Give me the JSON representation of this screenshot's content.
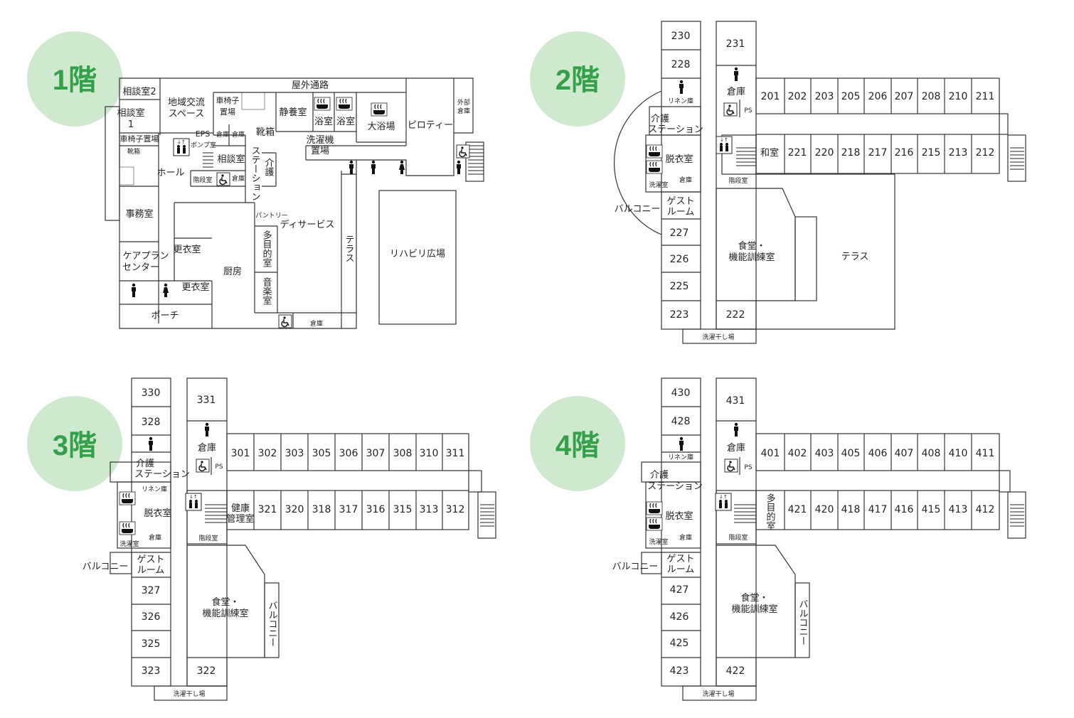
{
  "floors": {
    "f1": {
      "badge": "1階",
      "labels": {
        "soudan2": "相談室2",
        "soudan1a": "相談室",
        "soudan1b": "1",
        "chiiki_a": "地域交流",
        "chiiki_b": "スペース",
        "kurumaisu_oki_a": "車椅子",
        "kurumaisu_oki_b": "置場",
        "okugai": "屋外通路",
        "seiyou": "静養室",
        "yokushitsu1": "浴室",
        "yokushitsu2": "浴室",
        "daiyokujo": "大浴場",
        "piloti": "ピロティー",
        "gaibu_a": "外部",
        "gaibu_b": "倉庫",
        "kurumaisu_okiba": "車椅子置場",
        "kutsubako1": "靴箱",
        "eps": "EPS",
        "souko1": "倉庫",
        "souko2": "倉庫",
        "pump": "ポンプ室",
        "kutsubako2": "靴箱",
        "sentakuki_a": "洗濯機",
        "sentakuki_b": "置場",
        "hall": "ホール",
        "soudanshitsu": "相談室",
        "kaidan": "階段室",
        "souko3": "倉庫",
        "station_v": "ステーション",
        "kaigo_v": "介護",
        "jimusho": "事務室",
        "pantry": "パントリー",
        "dayservice": "ディサービス",
        "terrace_v": "テラス",
        "rehab": "リハビリ広場",
        "koui1": "更衣室",
        "careplan_a": "ケアプラン",
        "careplan_b": "センター",
        "tamokuteki_v": "多目的室",
        "chubo": "厨房",
        "koui2": "更衣室",
        "ongaku_v": "音楽室",
        "porch": "ポーチ",
        "souko4": "倉庫"
      }
    },
    "f2": {
      "badge": "2階",
      "rooms_top": [
        "201",
        "202",
        "203",
        "205",
        "206",
        "207",
        "208",
        "210",
        "211"
      ],
      "rooms_bottom": [
        "221",
        "220",
        "218",
        "217",
        "216",
        "215",
        "213",
        "212"
      ],
      "wing_left": [
        "230",
        "228",
        "227",
        "226",
        "225",
        "223"
      ],
      "wing_right": [
        "231",
        "222"
      ],
      "labels": {
        "washitsu": "和室",
        "souko": "倉庫",
        "ps": "PS",
        "linen": "リネン庫",
        "kaigo": "介護",
        "station": "ステーション",
        "datsui": "脱衣室",
        "souko_s": "倉庫",
        "sentaku": "洗濯室",
        "guest_a": "ゲスト",
        "guest_b": "ルーム",
        "balcony": "バルコニー",
        "kaidan": "階段室",
        "shokudo_a": "食堂・",
        "shokudo_b": "機能訓練室",
        "terrace": "テラス",
        "hoshiba": "洗濯干し場"
      }
    },
    "f3": {
      "badge": "3階",
      "rooms_top": [
        "301",
        "302",
        "303",
        "305",
        "306",
        "307",
        "308",
        "310",
        "311"
      ],
      "rooms_bottom": [
        "321",
        "320",
        "318",
        "317",
        "316",
        "315",
        "313",
        "312"
      ],
      "wing_left": [
        "330",
        "328",
        "327",
        "326",
        "325",
        "323"
      ],
      "wing_right": [
        "331",
        "322"
      ],
      "labels": {
        "kenko_a": "健康",
        "kenko_b": "管理室",
        "souko": "倉庫",
        "ps": "PS",
        "linen": "リネン庫",
        "kaigo": "介護",
        "station": "ステーション",
        "datsui": "脱衣室",
        "souko_s": "倉庫",
        "sentaku": "洗濯室",
        "guest_a": "ゲスト",
        "guest_b": "ルーム",
        "balcony": "バルコニー",
        "kaidan": "階段室",
        "shokudo_a": "食堂・",
        "shokudo_b": "機能訓練室",
        "balcony_v": "バルコニー",
        "hoshiba": "洗濯干し場"
      }
    },
    "f4": {
      "badge": "4階",
      "rooms_top": [
        "401",
        "402",
        "403",
        "405",
        "406",
        "407",
        "408",
        "410",
        "411"
      ],
      "rooms_bottom": [
        "421",
        "420",
        "418",
        "417",
        "416",
        "415",
        "413",
        "412"
      ],
      "wing_left": [
        "430",
        "428",
        "427",
        "426",
        "425",
        "423"
      ],
      "wing_right": [
        "431",
        "422"
      ],
      "labels": {
        "tamokuteki_v": "多目的室",
        "souko": "倉庫",
        "ps": "PS",
        "linen": "リネン庫",
        "kaigo": "介護",
        "station": "ステーション",
        "datsui": "脱衣室",
        "souko_s": "倉庫",
        "sentaku": "洗濯室",
        "guest_a": "ゲスト",
        "guest_b": "ルーム",
        "balcony": "バルコニー",
        "kaidan": "階段室",
        "shokudo_a": "食堂・",
        "shokudo_b": "機能訓練室",
        "balcony_v": "バルコニー",
        "hoshiba": "洗濯干し場"
      }
    }
  },
  "colors": {
    "badge_bg": "#cfe9cf",
    "badge_text": "#35a04a",
    "wall": "#333333"
  },
  "icons": [
    "toilet-icon",
    "wheelchair-icon",
    "elevator-icon",
    "bath-icon",
    "stairs-icon"
  ]
}
